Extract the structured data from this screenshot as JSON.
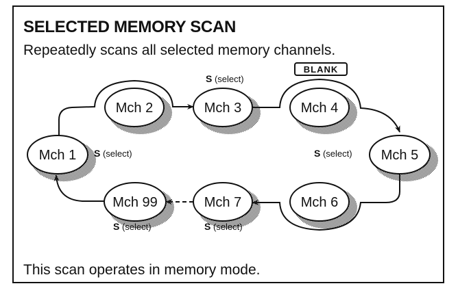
{
  "title": "SELECTED MEMORY SCAN",
  "subtitle": "Repeatedly scans all selected memory channels.",
  "footer": "This scan operates in memory mode.",
  "blank_label": "BLANK",
  "select_key": "S",
  "select_text": "(select)",
  "channels": [
    {
      "id": "mch1",
      "label": "Mch 1",
      "selected": true
    },
    {
      "id": "mch2",
      "label": "Mch 2",
      "selected": false,
      "skipped": true
    },
    {
      "id": "mch3",
      "label": "Mch 3",
      "selected": true
    },
    {
      "id": "mch4",
      "label": "Mch 4",
      "selected": false,
      "skipped": true,
      "note": "BLANK"
    },
    {
      "id": "mch5",
      "label": "Mch 5",
      "selected": true
    },
    {
      "id": "mch6",
      "label": "Mch 6",
      "selected": false,
      "skipped": true
    },
    {
      "id": "mch7",
      "label": "Mch 7",
      "selected": true
    },
    {
      "id": "mch99",
      "label": "Mch 99",
      "selected": true
    }
  ],
  "scan_order": [
    "Mch 1",
    "Mch 3",
    "Mch 5",
    "Mch 7",
    "Mch 99",
    "Mch 1"
  ]
}
